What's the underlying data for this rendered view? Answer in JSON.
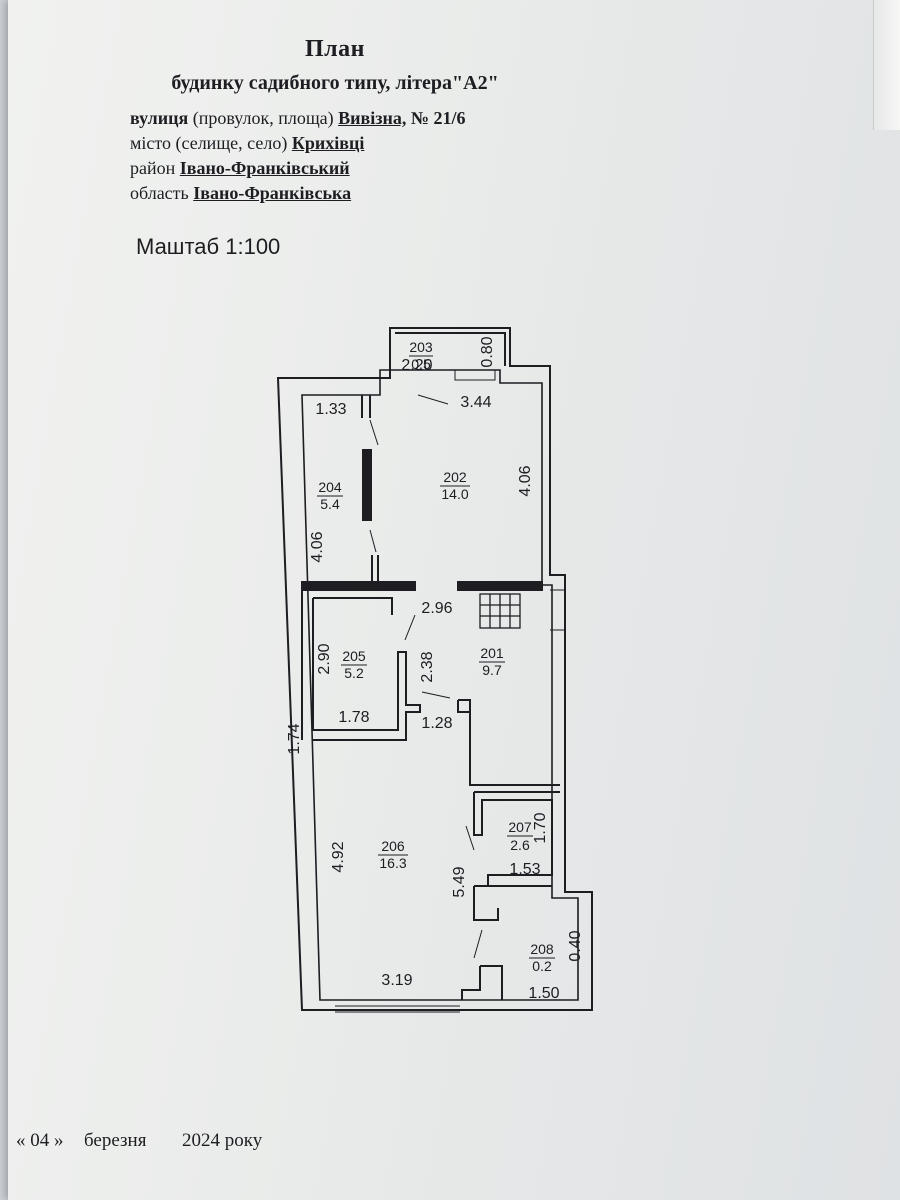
{
  "header": {
    "title": "План",
    "subtitle": "будинку садибного типу, літера\"А2\""
  },
  "address": {
    "street_label": "вулиця",
    "street_paren": "(провулок,  площа)",
    "street_value": "Вивізна,",
    "number": "№ 21/6",
    "city_label": "місто (селище, село)",
    "city_value": "Крихівці",
    "district_label": "район",
    "district_value": "Івано-Франківський",
    "region_label": "область",
    "region_value": "Івано-Франківська"
  },
  "scale": "Маштаб 1:100",
  "rooms": {
    "r203": {
      "num": "203",
      "area": "0.5"
    },
    "r202": {
      "num": "202",
      "area": "14.0"
    },
    "r204": {
      "num": "204",
      "area": "5.4"
    },
    "r201": {
      "num": "201",
      "area": "9.7"
    },
    "r205": {
      "num": "205",
      "area": "5.2"
    },
    "r206": {
      "num": "206",
      "area": "16.3"
    },
    "r207": {
      "num": "207",
      "area": "2.6"
    },
    "r208": {
      "num": "208",
      "area": "0.2"
    }
  },
  "dimensions": {
    "d_2_20": "2.20",
    "d_0_80": "0.80",
    "d_1_33": "1.33",
    "d_3_44": "3.44",
    "d_4_06_right": "4.06",
    "d_4_06_left": "4.06",
    "d_2_96": "2.96",
    "d_2_90": "2.90",
    "d_2_38": "2.38",
    "d_1_78": "1.78",
    "d_1_28": "1.28",
    "d_1_74": "1.74",
    "d_1_70": "1.70",
    "d_1_53": "1.53",
    "d_4_92": "4.92",
    "d_5_49": "5.49",
    "d_0_40": "0.40",
    "d_3_19": "3.19",
    "d_1_50": "1.50"
  },
  "footer": {
    "day": "« 04 »",
    "month": "березня",
    "year": "2024 року"
  }
}
